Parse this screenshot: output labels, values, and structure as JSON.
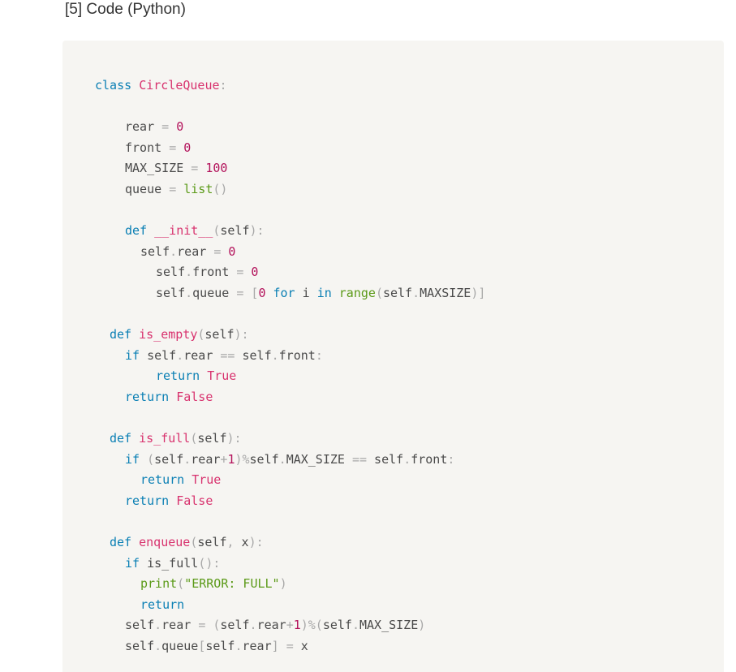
{
  "caption": "[5] Code (Python)",
  "code": {
    "language": "python",
    "lines": [
      {
        "indent": 40,
        "tokens": [
          [
            "kw",
            "class"
          ],
          [
            "id",
            " "
          ],
          [
            "def",
            "CircleQueue"
          ],
          [
            "punc",
            ":"
          ]
        ]
      },
      {
        "indent": 0,
        "tokens": []
      },
      {
        "indent": 77,
        "tokens": [
          [
            "id",
            "rear "
          ],
          [
            "punc",
            "="
          ],
          [
            "id",
            " "
          ],
          [
            "num",
            "0"
          ]
        ]
      },
      {
        "indent": 77,
        "tokens": [
          [
            "id",
            "front "
          ],
          [
            "punc",
            "="
          ],
          [
            "id",
            " "
          ],
          [
            "num",
            "0"
          ]
        ]
      },
      {
        "indent": 77,
        "tokens": [
          [
            "id",
            "MAX_SIZE "
          ],
          [
            "punc",
            "="
          ],
          [
            "id",
            " "
          ],
          [
            "num",
            "100"
          ]
        ]
      },
      {
        "indent": 77,
        "tokens": [
          [
            "id",
            "queue "
          ],
          [
            "punc",
            "="
          ],
          [
            "id",
            " "
          ],
          [
            "builtin",
            "list"
          ],
          [
            "punc",
            "()"
          ]
        ]
      },
      {
        "indent": 0,
        "tokens": []
      },
      {
        "indent": 77,
        "tokens": [
          [
            "kw",
            "def"
          ],
          [
            "id",
            " "
          ],
          [
            "def",
            "__init__"
          ],
          [
            "punc",
            "("
          ],
          [
            "id",
            "self"
          ],
          [
            "punc",
            "):"
          ]
        ]
      },
      {
        "indent": 96,
        "tokens": [
          [
            "id",
            "self"
          ],
          [
            "punc",
            "."
          ],
          [
            "id",
            "rear "
          ],
          [
            "punc",
            "="
          ],
          [
            "id",
            " "
          ],
          [
            "num",
            "0"
          ]
        ]
      },
      {
        "indent": 115,
        "tokens": [
          [
            "id",
            "self"
          ],
          [
            "punc",
            "."
          ],
          [
            "id",
            "front "
          ],
          [
            "punc",
            "="
          ],
          [
            "id",
            " "
          ],
          [
            "num",
            "0"
          ]
        ]
      },
      {
        "indent": 115,
        "tokens": [
          [
            "id",
            "self"
          ],
          [
            "punc",
            "."
          ],
          [
            "id",
            "queue "
          ],
          [
            "punc",
            "="
          ],
          [
            "id",
            " "
          ],
          [
            "punc",
            "["
          ],
          [
            "num",
            "0"
          ],
          [
            "id",
            " "
          ],
          [
            "kw",
            "for"
          ],
          [
            "id",
            " i "
          ],
          [
            "kw",
            "in"
          ],
          [
            "id",
            " "
          ],
          [
            "builtin",
            "range"
          ],
          [
            "punc",
            "("
          ],
          [
            "id",
            "self"
          ],
          [
            "punc",
            "."
          ],
          [
            "id",
            "MAXSIZE"
          ],
          [
            "punc",
            ")]"
          ]
        ]
      },
      {
        "indent": 0,
        "tokens": []
      },
      {
        "indent": 58,
        "tokens": [
          [
            "kw",
            "def"
          ],
          [
            "id",
            " "
          ],
          [
            "def",
            "is_empty"
          ],
          [
            "punc",
            "("
          ],
          [
            "id",
            "self"
          ],
          [
            "punc",
            "):"
          ]
        ]
      },
      {
        "indent": 77,
        "tokens": [
          [
            "kw",
            "if"
          ],
          [
            "id",
            " self"
          ],
          [
            "punc",
            "."
          ],
          [
            "id",
            "rear "
          ],
          [
            "punc",
            "=="
          ],
          [
            "id",
            " self"
          ],
          [
            "punc",
            "."
          ],
          [
            "id",
            "front"
          ],
          [
            "punc",
            ":"
          ]
        ]
      },
      {
        "indent": 115,
        "tokens": [
          [
            "kw",
            "return"
          ],
          [
            "id",
            " "
          ],
          [
            "lit",
            "True"
          ]
        ]
      },
      {
        "indent": 77,
        "tokens": [
          [
            "kw",
            "return"
          ],
          [
            "id",
            " "
          ],
          [
            "lit",
            "False"
          ]
        ]
      },
      {
        "indent": 0,
        "tokens": []
      },
      {
        "indent": 58,
        "tokens": [
          [
            "kw",
            "def"
          ],
          [
            "id",
            " "
          ],
          [
            "def",
            "is_full"
          ],
          [
            "punc",
            "("
          ],
          [
            "id",
            "self"
          ],
          [
            "punc",
            "):"
          ]
        ]
      },
      {
        "indent": 77,
        "tokens": [
          [
            "kw",
            "if"
          ],
          [
            "id",
            " "
          ],
          [
            "punc",
            "("
          ],
          [
            "id",
            "self"
          ],
          [
            "punc",
            "."
          ],
          [
            "id",
            "rear"
          ],
          [
            "punc",
            "+"
          ],
          [
            "num",
            "1"
          ],
          [
            "punc",
            ")%"
          ],
          [
            "id",
            "self"
          ],
          [
            "punc",
            "."
          ],
          [
            "id",
            "MAX_SIZE "
          ],
          [
            "punc",
            "=="
          ],
          [
            "id",
            " self"
          ],
          [
            "punc",
            "."
          ],
          [
            "id",
            "front"
          ],
          [
            "punc",
            ":"
          ]
        ]
      },
      {
        "indent": 96,
        "tokens": [
          [
            "kw",
            "return"
          ],
          [
            "id",
            " "
          ],
          [
            "lit",
            "True"
          ]
        ]
      },
      {
        "indent": 77,
        "tokens": [
          [
            "kw",
            "return"
          ],
          [
            "id",
            " "
          ],
          [
            "lit",
            "False"
          ]
        ]
      },
      {
        "indent": 0,
        "tokens": []
      },
      {
        "indent": 58,
        "tokens": [
          [
            "kw",
            "def"
          ],
          [
            "id",
            " "
          ],
          [
            "def",
            "enqueue"
          ],
          [
            "punc",
            "("
          ],
          [
            "id",
            "self"
          ],
          [
            "punc",
            ","
          ],
          [
            "id",
            " x"
          ],
          [
            "punc",
            "):"
          ]
        ]
      },
      {
        "indent": 77,
        "tokens": [
          [
            "kw",
            "if"
          ],
          [
            "id",
            " is_full"
          ],
          [
            "punc",
            "():"
          ]
        ]
      },
      {
        "indent": 96,
        "tokens": [
          [
            "builtin",
            "print"
          ],
          [
            "punc",
            "("
          ],
          [
            "str",
            "\"ERROR: FULL\""
          ],
          [
            "punc",
            ")"
          ]
        ]
      },
      {
        "indent": 96,
        "tokens": [
          [
            "kw",
            "return"
          ]
        ]
      },
      {
        "indent": 77,
        "tokens": [
          [
            "id",
            "self"
          ],
          [
            "punc",
            "."
          ],
          [
            "id",
            "rear "
          ],
          [
            "punc",
            "="
          ],
          [
            "id",
            " "
          ],
          [
            "punc",
            "("
          ],
          [
            "id",
            "self"
          ],
          [
            "punc",
            "."
          ],
          [
            "id",
            "rear"
          ],
          [
            "punc",
            "+"
          ],
          [
            "num",
            "1"
          ],
          [
            "punc",
            ")%("
          ],
          [
            "id",
            "self"
          ],
          [
            "punc",
            "."
          ],
          [
            "id",
            "MAX_SIZE"
          ],
          [
            "punc",
            ")"
          ]
        ]
      },
      {
        "indent": 77,
        "tokens": [
          [
            "id",
            "self"
          ],
          [
            "punc",
            "."
          ],
          [
            "id",
            "queue"
          ],
          [
            "punc",
            "["
          ],
          [
            "id",
            "self"
          ],
          [
            "punc",
            "."
          ],
          [
            "id",
            "rear"
          ],
          [
            "punc",
            "]"
          ],
          [
            "id",
            " "
          ],
          [
            "punc",
            "="
          ],
          [
            "id",
            " x"
          ]
        ]
      }
    ]
  }
}
